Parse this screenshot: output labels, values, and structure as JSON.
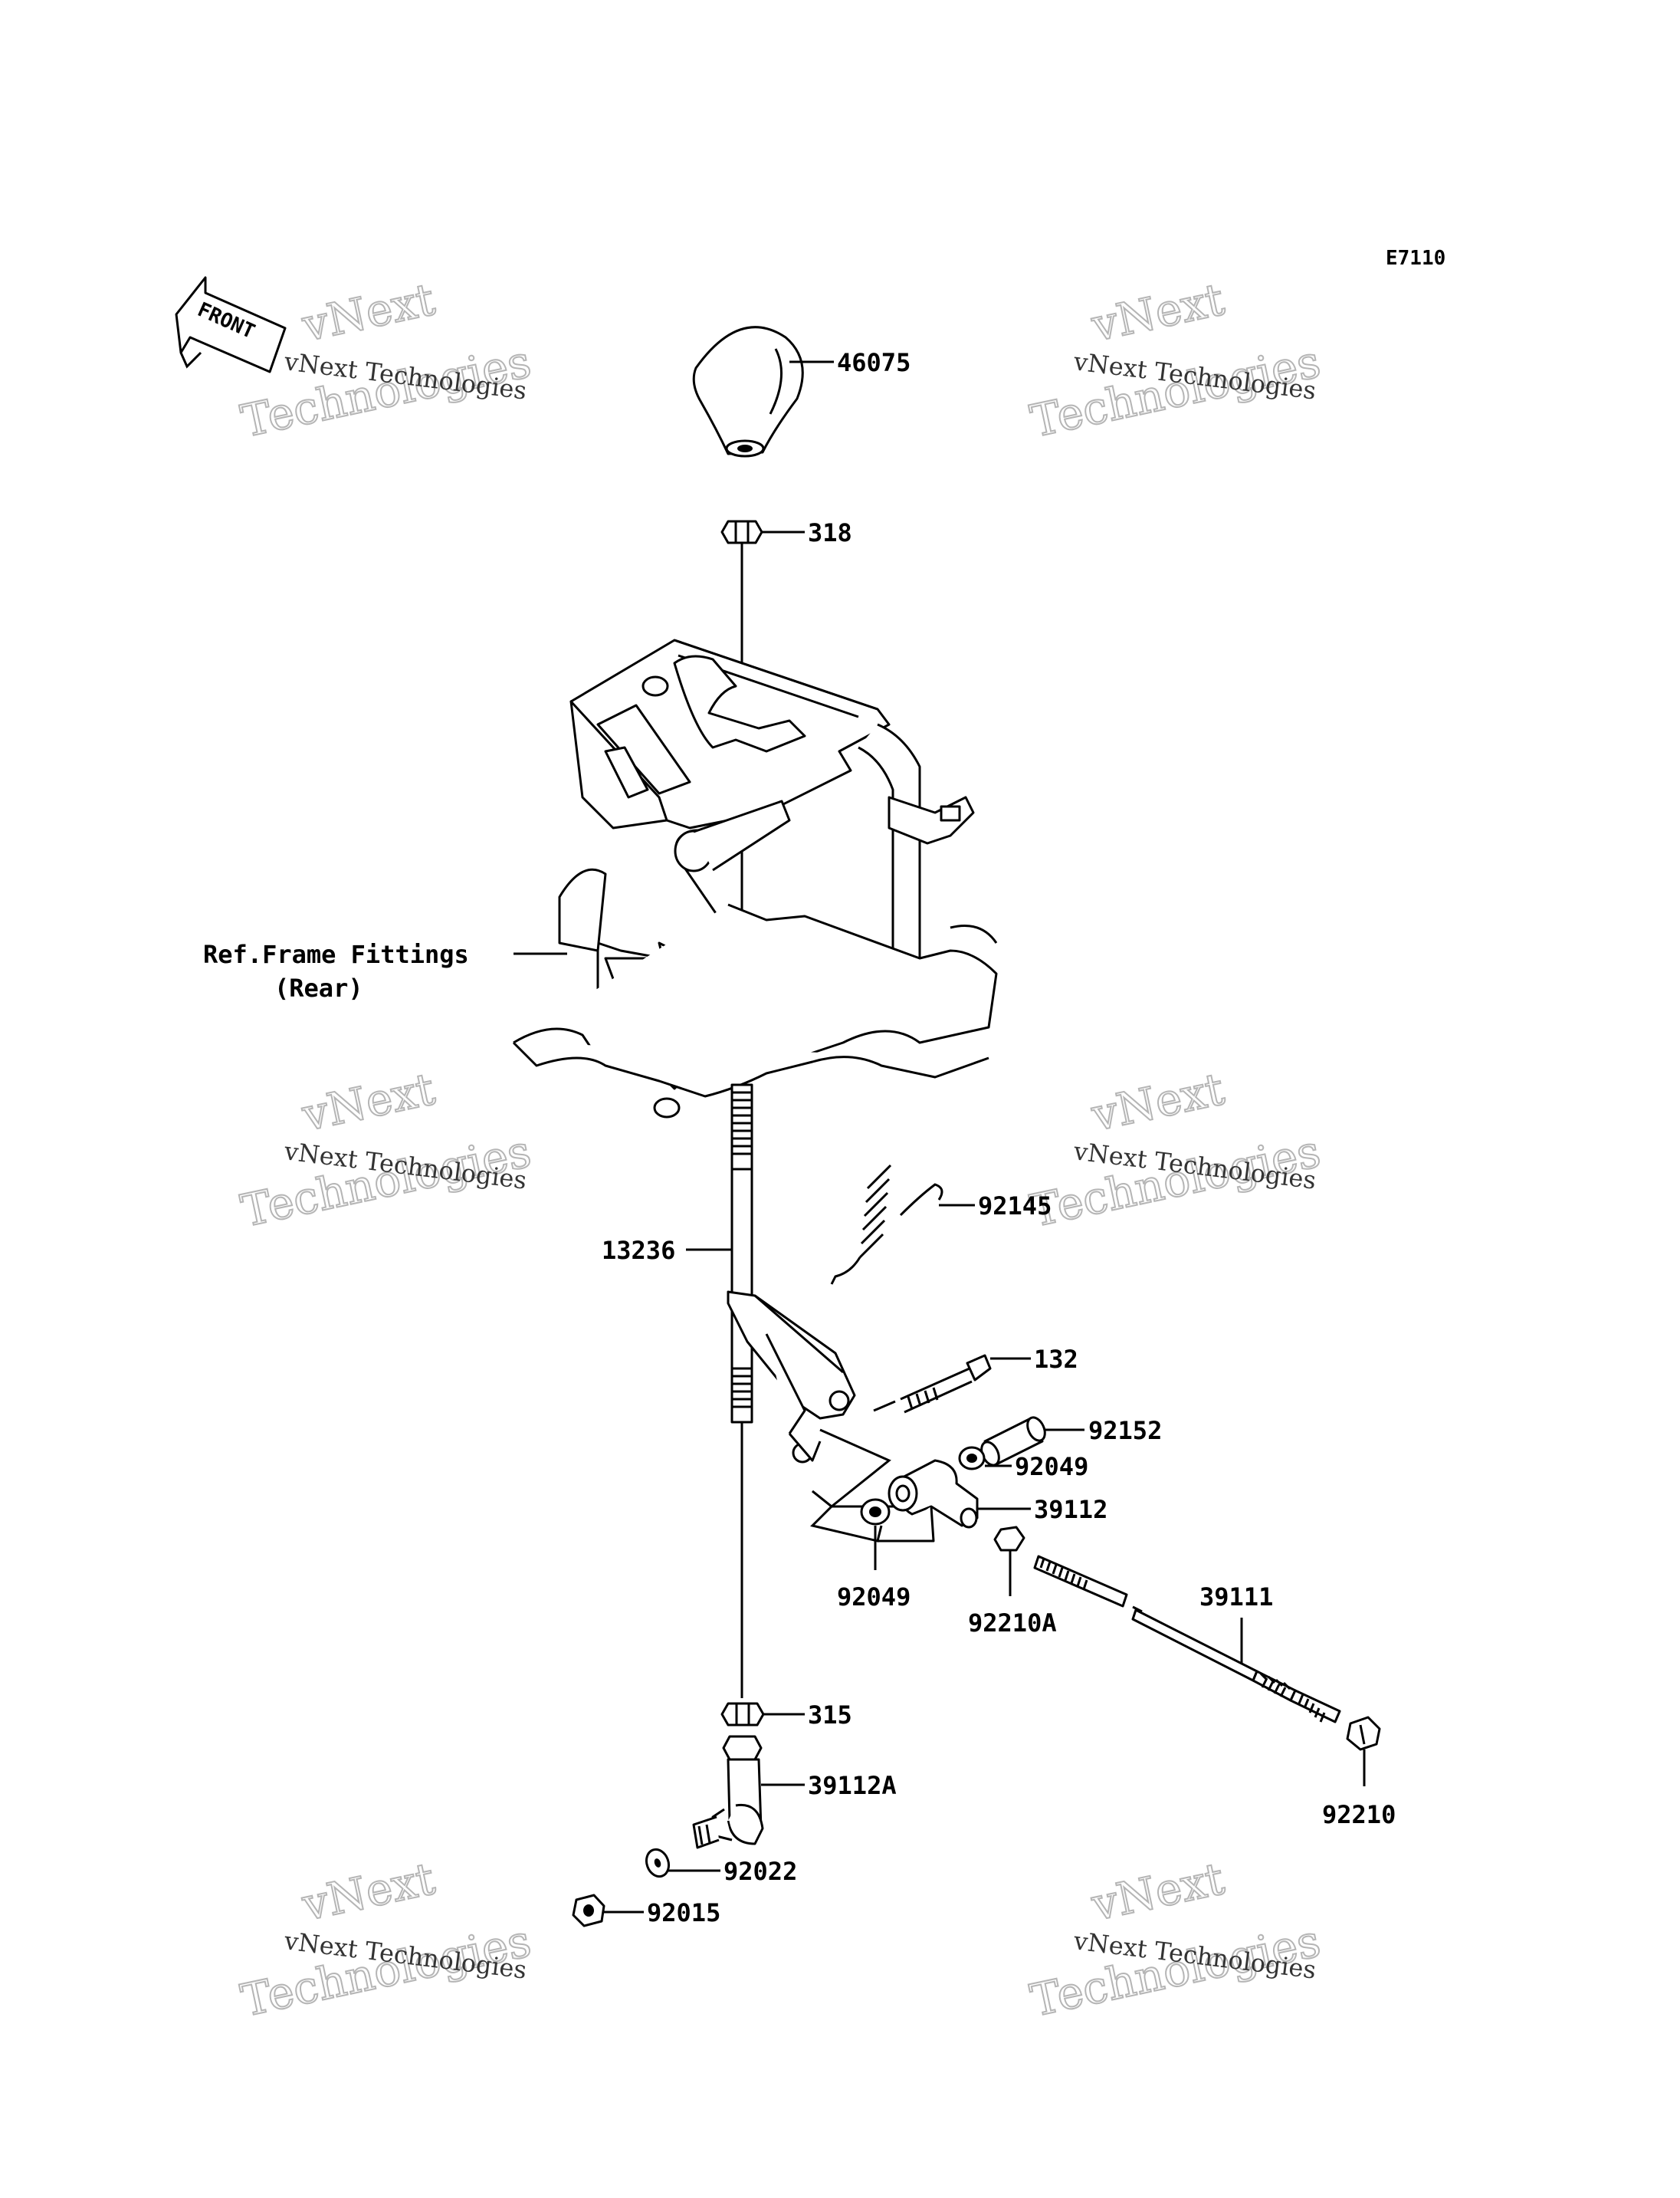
{
  "diagram_code": "E7110",
  "front_arrow_text": "FRONT",
  "ref_note_line1": "Ref.Frame Fittings",
  "ref_note_line2": "(Rear)",
  "watermark_line1": "vNext",
  "watermark_line2": "Technologies",
  "watermark_small": "vNext Technologies",
  "parts": {
    "p46075": "46075",
    "p318": "318",
    "p92145": "92145",
    "p13236": "13236",
    "p132": "132",
    "p92152": "92152",
    "p92049a": "92049",
    "p39112": "39112",
    "p92049b": "92049",
    "p92210A": "92210A",
    "p39111": "39111",
    "p315": "315",
    "p39112A": "39112A",
    "p92022": "92022",
    "p92015": "92015",
    "p92210": "92210"
  }
}
